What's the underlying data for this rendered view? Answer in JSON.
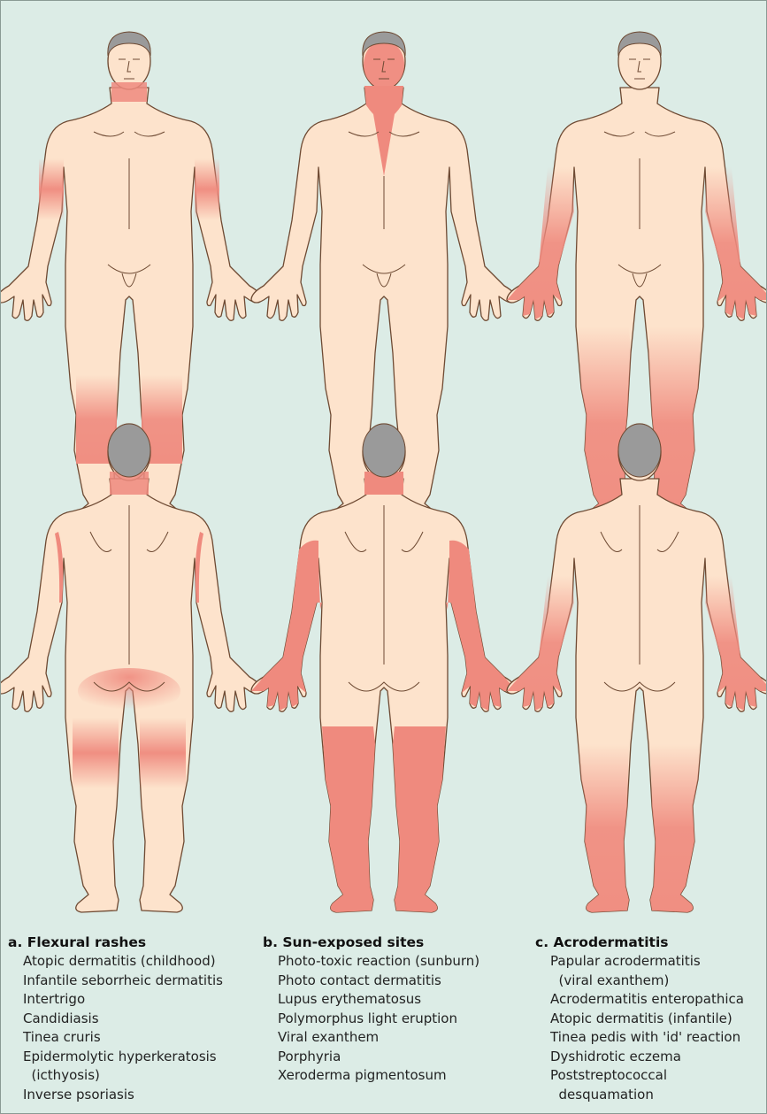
{
  "panels": [
    {
      "id": "a",
      "heading": "a. Flexural rashes",
      "items": [
        "Atopic dermatitis (childhood)",
        "Infantile seborrheic dermatitis",
        "Intertrigo",
        "Candidiasis",
        "Tinea cruris",
        "Epidermolytic hyperkeratosis",
        "  (icthyosis)",
        "Inverse psoriasis"
      ]
    },
    {
      "id": "b",
      "heading": "b. Sun-exposed sites",
      "items": [
        "Photo-toxic reaction (sunburn)",
        "Photo contact dermatitis",
        "Lupus erythematosus",
        "Polymorphus light eruption",
        "Viral exanthem",
        "Porphyria",
        "Xeroderma pigmentosum"
      ]
    },
    {
      "id": "c",
      "heading": "c. Acrodermatitis",
      "items": [
        "Papular acrodermatitis",
        "  (viral exanthem)",
        "Acrodermatitis enteropathica",
        "Atopic dermatitis (infantile)",
        "Tinea pedis with 'id' reaction",
        "Dyshidrotic eczema",
        "Poststreptococcal",
        "  desquamation"
      ]
    }
  ],
  "colors": {
    "background": "#dcece6",
    "skin": "#fde3cc",
    "outline": "#6e4a33",
    "hair": "#9a9a9a",
    "rash": "#ef8a7e"
  }
}
